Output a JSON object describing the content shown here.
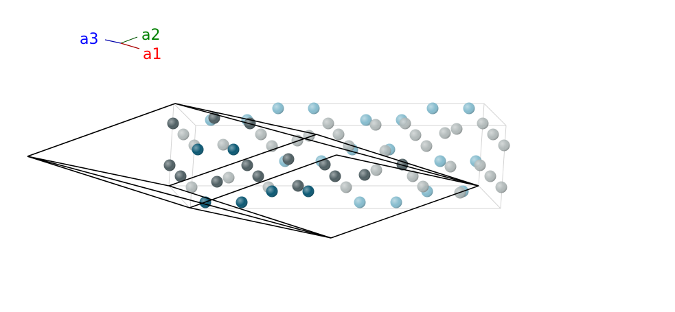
{
  "axes_triad": {
    "a1": {
      "label": "a1",
      "color": "#ff0000"
    },
    "a2": {
      "label": "a2",
      "color": "#008000"
    },
    "a3": {
      "label": "a3",
      "color": "#0000ff"
    }
  },
  "atom_colors": {
    "dark_teal": "#0b5873",
    "dark_gray": "#4f5f63",
    "light_gray": "#aab3b3",
    "light_blue": "#79b5c9"
  }
}
